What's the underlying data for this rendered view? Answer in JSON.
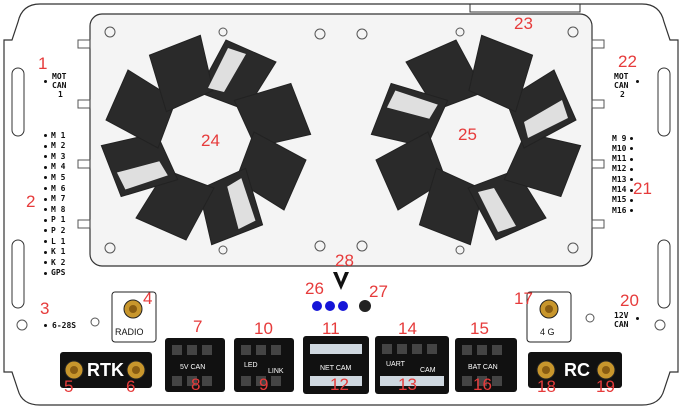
{
  "callouts": {
    "n1": "1",
    "n2": "2",
    "n3": "3",
    "n4": "4",
    "n5": "5",
    "n6": "6",
    "n7": "7",
    "n8": "8",
    "n9": "9",
    "n10": "10",
    "n11": "11",
    "n12": "12",
    "n13": "13",
    "n14": "14",
    "n15": "15",
    "n16": "16",
    "n17": "17",
    "n18": "18",
    "n19": "19",
    "n20": "20",
    "n21": "21",
    "n22": "22",
    "n23": "23",
    "n24": "24",
    "n25": "25",
    "n26": "26",
    "n27": "27",
    "n28": "28"
  },
  "labels": {
    "mot_can1_line1": "MOT",
    "mot_can1_line2": "CAN",
    "mot_can1_line3": "1",
    "mot_can2_line1": "MOT",
    "mot_can2_line2": "CAN",
    "mot_can2_line3": "2",
    "voltage": "6-28S",
    "power_12v_line1": "12V",
    "power_12v_line2": "CAN",
    "radio": "RADIO",
    "rtk": "RTK",
    "rc": "RC",
    "fourg": "4 G",
    "can5v": "5V CAN",
    "led": "LED",
    "link": "LINK",
    "net_cam": "NET CAM",
    "uart": "UART",
    "cam": "CAM",
    "bat_can": "BAT CAN"
  },
  "left_pins": [
    "M 1",
    "M 2",
    "M 3",
    "M 4",
    "M 5",
    "M 6",
    "M 7",
    "M 8",
    "P 1",
    "P 2",
    "L 1",
    "K 1",
    "K 2",
    "GPS"
  ],
  "right_pins": [
    "M 9",
    "M10",
    "M11",
    "M12",
    "M13",
    "M14",
    "M15",
    "M16"
  ],
  "colors": {
    "callout": "#e63b3b",
    "board": "#ffffff",
    "panel": "#f4f4f4",
    "fan_blade": "#2a2a2a",
    "led": "#1515d8"
  }
}
